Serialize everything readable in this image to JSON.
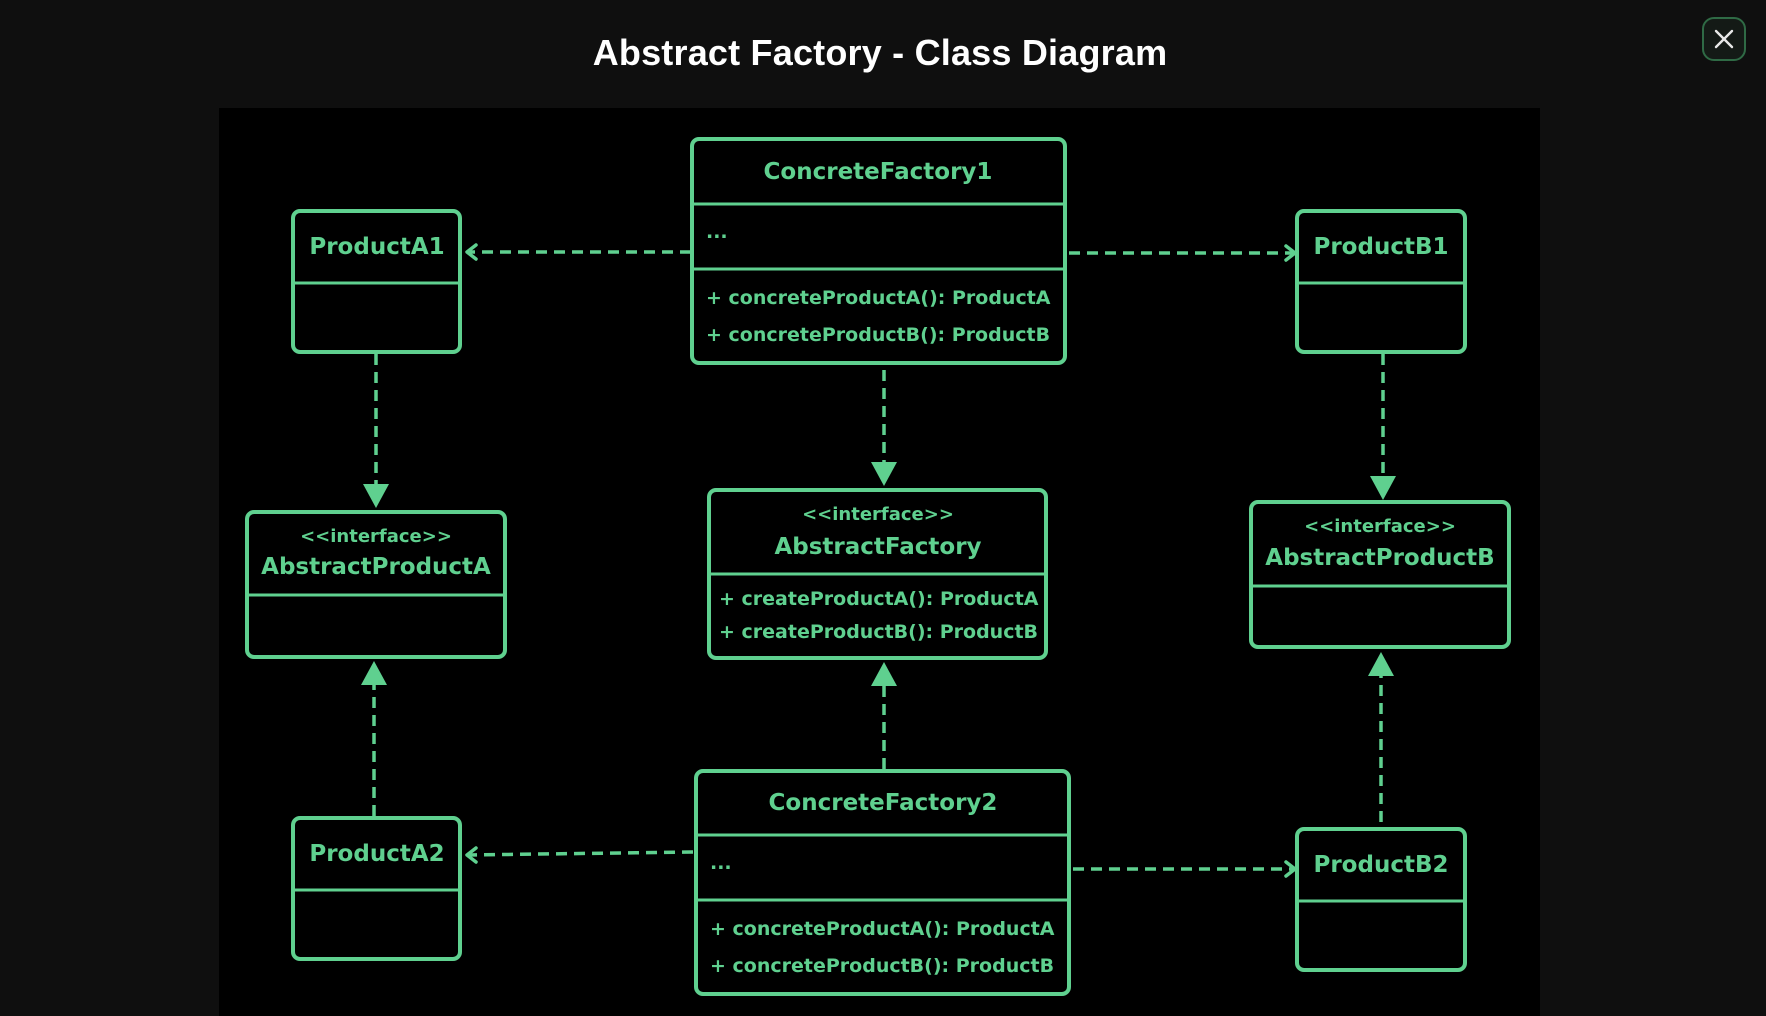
{
  "window": {
    "title": "Abstract Factory - Class Diagram",
    "close_icon": "close-icon"
  },
  "colors": {
    "background": "#0f0f0f",
    "canvas": "#000000",
    "accent": "#5fd08f",
    "title": "#ffffff"
  },
  "diagram": {
    "classes": {
      "concrete_factory1": {
        "name": "ConcreteFactory1",
        "attributes": "...",
        "methods": [
          "+ concreteProductA(): ProductA",
          "+ concreteProductB(): ProductB"
        ]
      },
      "product_a1": {
        "name": "ProductA1"
      },
      "product_b1": {
        "name": "ProductB1"
      },
      "abstract_product_a": {
        "stereotype": "<<interface>>",
        "name": "AbstractProductA"
      },
      "abstract_factory": {
        "stereotype": "<<interface>>",
        "name": "AbstractFactory",
        "methods": [
          "+ createProductA(): ProductA",
          "+ createProductB(): ProductB"
        ]
      },
      "abstract_product_b": {
        "stereotype": "<<interface>>",
        "name": "AbstractProductB"
      },
      "product_a2": {
        "name": "ProductA2"
      },
      "concrete_factory2": {
        "name": "ConcreteFactory2",
        "attributes": "...",
        "methods": [
          "+ concreteProductA(): ProductA",
          "+ concreteProductB(): ProductB"
        ]
      },
      "product_b2": {
        "name": "ProductB2"
      }
    },
    "relations": [
      {
        "from": "ConcreteFactory1",
        "to": "ProductA1",
        "type": "dependency"
      },
      {
        "from": "ConcreteFactory1",
        "to": "ProductB1",
        "type": "dependency"
      },
      {
        "from": "ConcreteFactory1",
        "to": "AbstractFactory",
        "type": "realization"
      },
      {
        "from": "ProductA1",
        "to": "AbstractProductA",
        "type": "realization"
      },
      {
        "from": "ProductB1",
        "to": "AbstractProductB",
        "type": "realization"
      },
      {
        "from": "ProductA2",
        "to": "AbstractProductA",
        "type": "realization"
      },
      {
        "from": "ConcreteFactory2",
        "to": "AbstractFactory",
        "type": "realization"
      },
      {
        "from": "ProductB2",
        "to": "AbstractProductB",
        "type": "realization"
      },
      {
        "from": "ConcreteFactory2",
        "to": "ProductA2",
        "type": "dependency"
      },
      {
        "from": "ConcreteFactory2",
        "to": "ProductB2",
        "type": "dependency"
      }
    ]
  }
}
